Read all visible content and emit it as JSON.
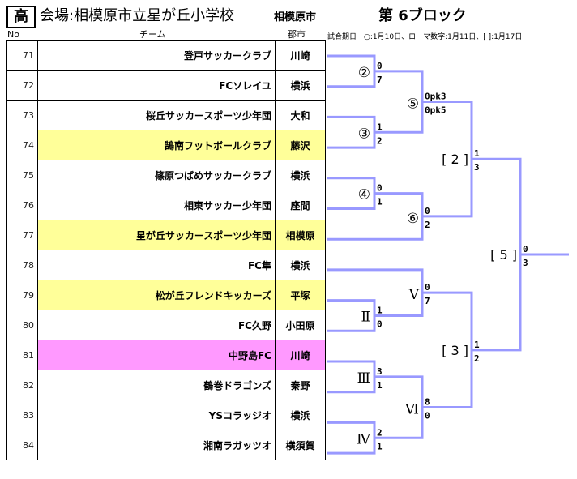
{
  "header": {
    "level_badge": "高",
    "venue": "会場:相模原市立星が丘小学校",
    "city": "相模原市",
    "block": "第 6ブロック",
    "date_note": "試合期日　○:1月10日、ローマ数字:1月11日、[ ]:1月17日"
  },
  "columns": {
    "no": "No",
    "team": "チーム",
    "city": "郡市"
  },
  "colors": {
    "bracket_line": "#9999ff",
    "highlight_yellow": "#ffff99",
    "highlight_pink": "#ff99ff"
  },
  "teams": [
    {
      "no": "71",
      "name": "登戸サッカークラブ",
      "city": "川崎",
      "highlight": "none"
    },
    {
      "no": "72",
      "name": "FCソレイユ",
      "city": "横浜",
      "highlight": "none"
    },
    {
      "no": "73",
      "name": "桜丘サッカースポーツ少年団",
      "city": "大和",
      "highlight": "none"
    },
    {
      "no": "74",
      "name": "鵠南フットボールクラブ",
      "city": "藤沢",
      "highlight": "yellow"
    },
    {
      "no": "75",
      "name": "篠原つばめサッカークラブ",
      "city": "横浜",
      "highlight": "none"
    },
    {
      "no": "76",
      "name": "相東サッカー少年団",
      "city": "座間",
      "highlight": "none"
    },
    {
      "no": "77",
      "name": "星が丘サッカースポーツ少年団",
      "city": "相模原",
      "highlight": "yellow"
    },
    {
      "no": "78",
      "name": "FC隼",
      "city": "横浜",
      "highlight": "none"
    },
    {
      "no": "79",
      "name": "松が丘フレンドキッカーズ",
      "city": "平塚",
      "highlight": "yellow"
    },
    {
      "no": "80",
      "name": "FC久野",
      "city": "小田原",
      "highlight": "none"
    },
    {
      "no": "81",
      "name": "中野島FC",
      "city": "川崎",
      "highlight": "pink"
    },
    {
      "no": "82",
      "name": "鶴巻ドラゴンズ",
      "city": "秦野",
      "highlight": "none"
    },
    {
      "no": "83",
      "name": "YSコラッジオ",
      "city": "横浜",
      "highlight": "none"
    },
    {
      "no": "84",
      "name": "湘南ラガッツオ",
      "city": "横須賀",
      "highlight": "none"
    }
  ],
  "matches": [
    {
      "id": "m2",
      "label": "②",
      "score_top": "0",
      "score_bottom": "7"
    },
    {
      "id": "m3",
      "label": "③",
      "score_top": "1",
      "score_bottom": "2"
    },
    {
      "id": "m4",
      "label": "④",
      "score_top": "0",
      "score_bottom": "1"
    },
    {
      "id": "m5",
      "label": "⑤",
      "score_top": "0pk3",
      "score_bottom": "0pk5"
    },
    {
      "id": "m6",
      "label": "⑥",
      "score_top": "0",
      "score_bottom": "2"
    },
    {
      "id": "rII",
      "label": "Ⅱ",
      "score_top": "1",
      "score_bottom": "0"
    },
    {
      "id": "rV",
      "label": "Ⅴ",
      "score_top": "0",
      "score_bottom": "7"
    },
    {
      "id": "rIII",
      "label": "Ⅲ",
      "score_top": "3",
      "score_bottom": "1"
    },
    {
      "id": "rIV",
      "label": "Ⅳ",
      "score_top": "2",
      "score_bottom": "1"
    },
    {
      "id": "rVI",
      "label": "Ⅵ",
      "score_top": "8",
      "score_bottom": "0"
    },
    {
      "id": "b2",
      "label": "[ 2 ]",
      "score_top": "1",
      "score_bottom": "3"
    },
    {
      "id": "b3",
      "label": "[ 3 ]",
      "score_top": "1",
      "score_bottom": "2"
    },
    {
      "id": "b5",
      "label": "[ 5 ]",
      "score_top": "0",
      "score_bottom": "3"
    }
  ]
}
